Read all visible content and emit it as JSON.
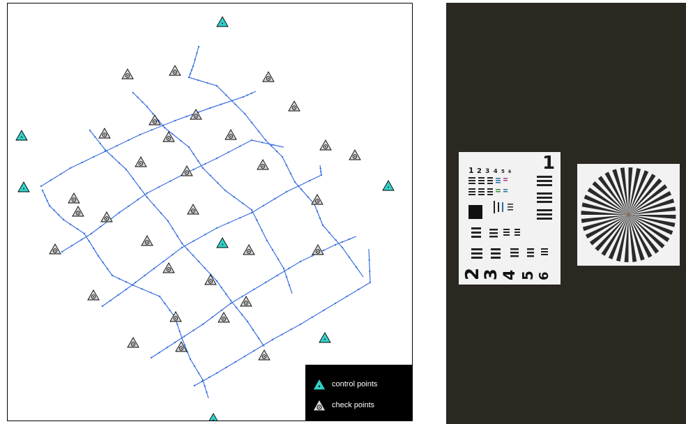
{
  "colors": {
    "grid_line": "#3a6fe0",
    "control_point": "#31d1c8",
    "check_point": "#d9d9d9",
    "legend_bg": "#000000",
    "photo_bg": "#2b2721"
  },
  "legend": {
    "control_label": "control points",
    "check_label": "check points"
  },
  "target_chart": {
    "top_row": [
      "1",
      "2",
      "3",
      "4",
      "5",
      "6"
    ],
    "big_digits": [
      "2",
      "3",
      "4",
      "5",
      "6"
    ],
    "side_digit": "1"
  },
  "icons": [
    "control-point-icon",
    "check-point-icon"
  ]
}
